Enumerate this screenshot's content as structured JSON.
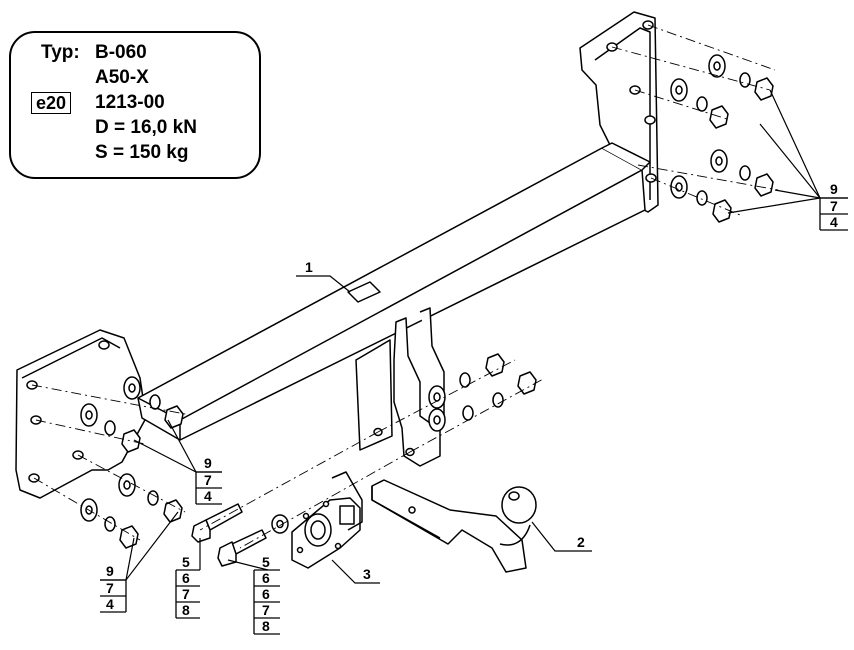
{
  "spec": {
    "typ_label": "Typ:",
    "model": "B-060",
    "variant": "A50-X",
    "approval_mark": "e20",
    "approval_number": "1213-00",
    "d_value": "D = 16,0 kN",
    "s_value": "S = 150 kg"
  },
  "labels": {
    "crossbar": "1",
    "towball": "2",
    "socket_plate": "3",
    "right_stack": [
      "9",
      "7",
      "4"
    ],
    "left_stack": [
      "9",
      "7",
      "4"
    ],
    "bottom_stack": [
      "9",
      "7",
      "4"
    ],
    "bolt_a": [
      "5",
      "6",
      "7",
      "8"
    ],
    "bolt_b": [
      "5",
      "6",
      "6",
      "7",
      "8"
    ]
  }
}
